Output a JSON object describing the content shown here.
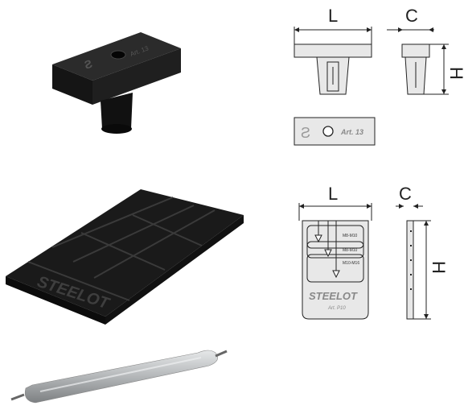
{
  "tbar": {
    "dims": {
      "length": "L",
      "width": "C",
      "height": "H"
    },
    "plate_code": "Art. 13",
    "photo_code": "Art. 13"
  },
  "shim": {
    "dims": {
      "length": "L",
      "width": "C",
      "height": "H"
    },
    "brand": "STEELOT",
    "article": "Art. P10",
    "row_labels": [
      "M8-M10",
      "M8-M10",
      "M10-M16"
    ],
    "photo_brand": "STEELOT"
  },
  "colors": {
    "product": "#1c1c1c",
    "drawing_fill": "#e8e8e8",
    "line": "#222222",
    "sausage": "#b9bcbe"
  }
}
